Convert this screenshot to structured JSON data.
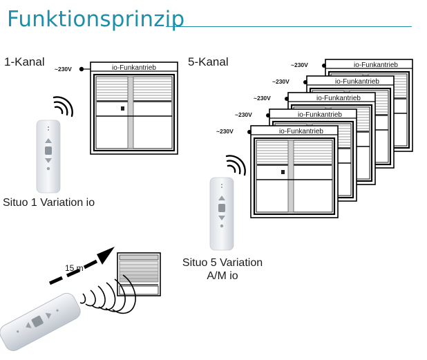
{
  "title": "Funktionsprinzip",
  "one_channel": {
    "label": "1-Kanal",
    "voltage": "~230V",
    "motor_label": "io-Funkantrieb",
    "remote_caption": "Situo 1 Variation io"
  },
  "five_channel": {
    "label": "5-Kanal",
    "voltages": [
      "~230V",
      "~230V",
      "~230V",
      "~230V",
      "~230V"
    ],
    "motor_labels": [
      "io-Funkantrieb",
      "io-Funkantrieb",
      "io-Funkantrieb",
      "io-Funkantrieb",
      "io-Funkantrieb"
    ],
    "remote_caption_line1": "Situo 5 Variation",
    "remote_caption_line2": "A/M io"
  },
  "range": {
    "distance": "15 m"
  }
}
